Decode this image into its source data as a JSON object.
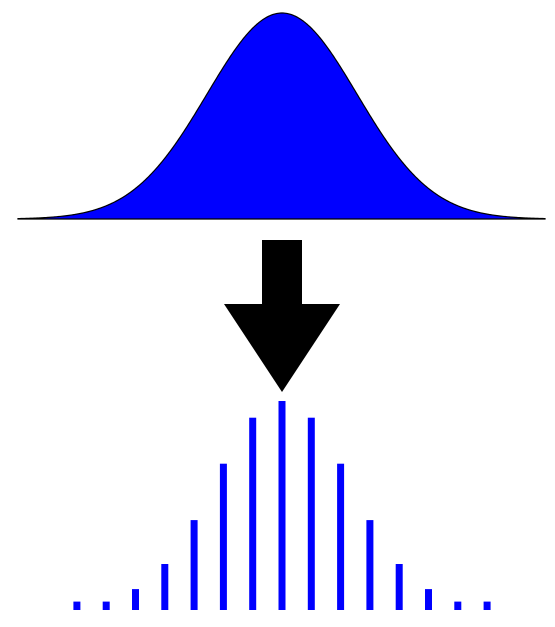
{
  "colors": {
    "fill": "#0000ff",
    "outline": "#000000",
    "arrow": "#000000",
    "background": "#ffffff"
  },
  "icons": {
    "arrow": "arrow-down-icon"
  },
  "distribution": {
    "type": "normal",
    "mean": 0,
    "std_dev": 1,
    "discrete_levels": [
      -7,
      -6,
      -5,
      -4,
      -3,
      -2,
      -1,
      0,
      1,
      2,
      3,
      4,
      5,
      6,
      7
    ],
    "discrete_weights": [
      0.04,
      0.04,
      0.1,
      0.22,
      0.43,
      0.7,
      0.92,
      1.0,
      0.92,
      0.7,
      0.43,
      0.22,
      0.1,
      0.04,
      0.04
    ]
  }
}
